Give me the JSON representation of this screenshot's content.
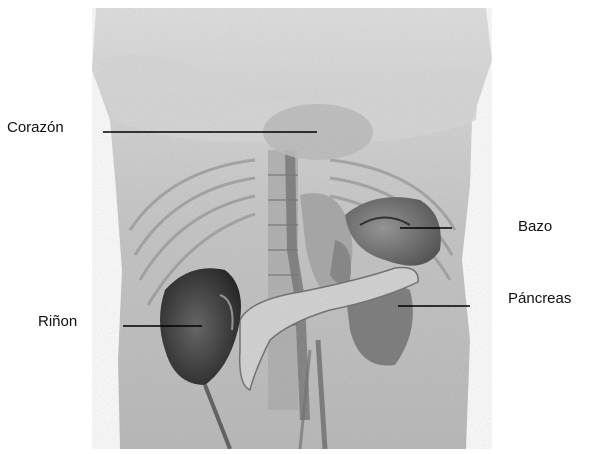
{
  "figure": {
    "background": "#ffffff",
    "labels": {
      "heart": "Corazón",
      "spleen": "Bazo",
      "kidney": "Riñon",
      "pancreas": "Páncreas"
    }
  }
}
